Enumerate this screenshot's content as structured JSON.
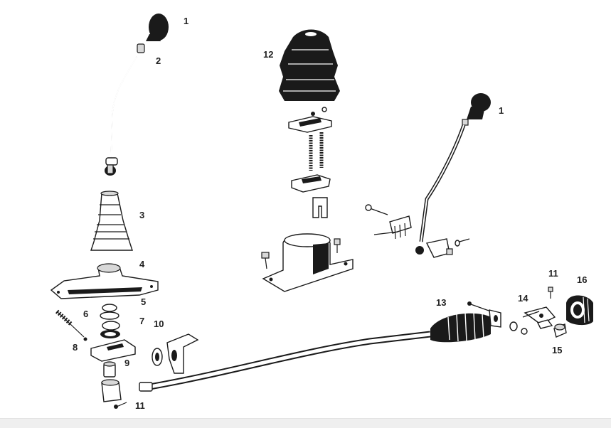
{
  "part_labels": {
    "knob_left": "1",
    "knob_right": "1",
    "ball_joint": "2",
    "gaiter_small": "3",
    "base_plate": "4",
    "washer_top": "5",
    "spring_pin": "6",
    "washer_lower": "7",
    "bolt": "8",
    "bush": "9",
    "bracket": "10",
    "screw_left": "11",
    "screw_right": "11",
    "boot_large": "12",
    "rod_boot": "13",
    "universal_joint": "14",
    "coupling": "15",
    "boot_end": "16"
  },
  "colors": {
    "ink": "#1a1a1a",
    "paper": "#ffffff",
    "footer": "#efefef"
  }
}
